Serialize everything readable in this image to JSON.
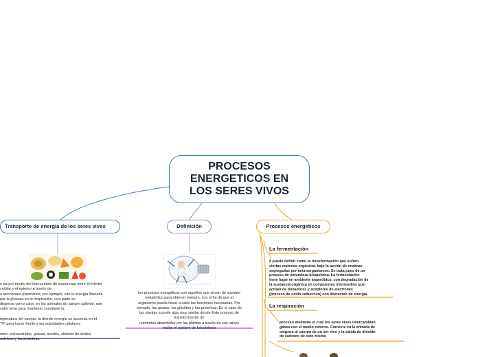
{
  "central": {
    "title_lines": [
      "PROCESOS",
      "ENERGETICOS EN",
      "LOS SERES VIVOS"
    ]
  },
  "branches": {
    "transport": {
      "label": "Transporte de energía de los seres vivos",
      "body_lines": [
        "e da por medio del intercambio de sustancias entre el interior",
        "celular y el exterior a través de",
        "a membrana plasmática, por ejemplo, con la energía liberada",
        "por la glucosa en la respiración, una parte se",
        "dispersa como calor, en los animales de sangre caliente, ese",
        "calor sirve para mantener constante la",
        "",
        "mperatura del cuerpo, la demás energía se acumula en el",
        "TP, para hacer frente a las actividades celulares",
        "",
        "omo: polisacáridos, grasas, aceites, síntesis de ácidos",
        "ucleicos y las proteínas."
      ]
    },
    "definition": {
      "label": "Definición",
      "body_lines": [
        "los procesos energéticos son aquellos que sirven de sustrato",
        "metabólico para obtener energía, con el fin de que el",
        "organismo pueda llevar a cabo las funciones necesarias. Por",
        "ejemplo, las grasas, los glúcidos y las proteínas. En el caso de",
        "las plantas sucede algo muy similar donde Este proceso de",
        "transformación de",
        "nutrientes absorbidos por las plantas a través de sus raíces",
        "recibe el nombre de fotosíntesis"
      ]
    },
    "processes": {
      "label": "Procesos energeticos",
      "children": [
        {
          "label": "La fermentación",
          "body_lines": [
            "e puede definir como la transformación que sufren",
            "ciertas materias orgánicas bajo la acción de enzimas",
            "segregadas por microorganismos. Se trata pues de un",
            "proceso de naturaleza bioquímica. La fermentación",
            "tiene lugar en ambiente anaeróbico, con degradación de",
            "la sustancia orgánica en compuestos intermedios que",
            "actúan de donadores y aceptores de electrones",
            "(proceso de oxido-reducción) con liberación de energía."
          ]
        },
        {
          "label": "La respiración",
          "body_lines": [
            "proceso mediante el cual los seres vivos intercambian",
            "gases con el medio externo. Consiste en la entrada de",
            "oxigeno al cuerpo de un ser vivo y la salida de dióxido",
            "de carbono de este mismo"
          ]
        }
      ]
    }
  },
  "icons": {
    "food": "food-collage-icon",
    "bulb": "light-bulb-icon",
    "people": "people-icon"
  },
  "colors": {
    "blue": "#3a78d0",
    "purple": "#b46ee0",
    "orange": "#f0a020",
    "navy": "#1c2a6e"
  }
}
